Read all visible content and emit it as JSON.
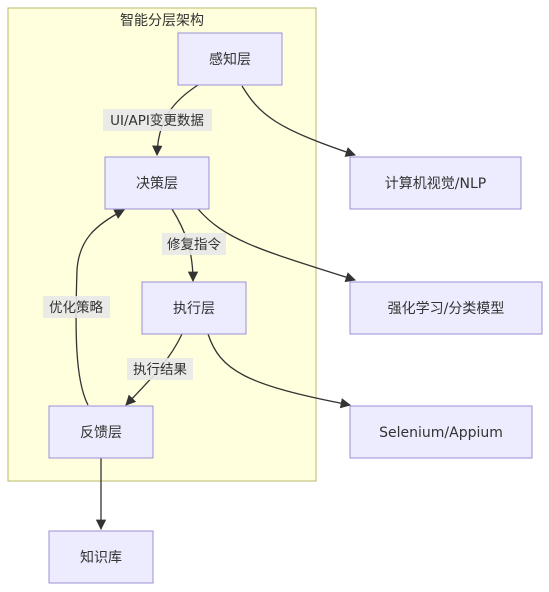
{
  "diagram": {
    "cluster": {
      "title": "智能分层架构"
    },
    "nodes": {
      "perception": "感知层",
      "decision": "决策层",
      "execution": "执行层",
      "feedback": "反馈层",
      "knowledge": "知识库",
      "cv_nlp": "计算机视觉/NLP",
      "rl": "强化学习/分类模型",
      "selenium": "Selenium/Appium"
    },
    "edge_labels": {
      "ui_api_change": "UI/API变更数据",
      "repair_cmd": "修复指令",
      "exec_result": "执行结果",
      "optimize": "优化策略"
    },
    "colors": {
      "node_fill": "#ececfe",
      "node_stroke": "#9d8fd6",
      "cluster_fill": "#ffffde",
      "cluster_stroke": "#b8b86a",
      "edge": "#333333"
    }
  }
}
